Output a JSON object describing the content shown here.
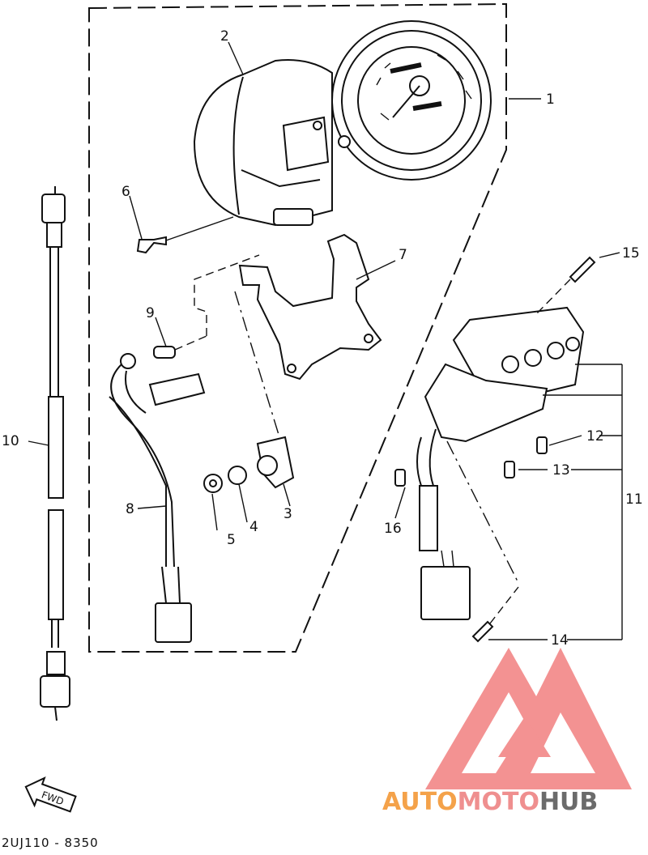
{
  "diagram": {
    "drawing_number": "2UJ110 - 8350",
    "fwd_label": "FWD",
    "callouts": {
      "c1": "1",
      "c2": "2",
      "c3": "3",
      "c4": "4",
      "c5": "5",
      "c6": "6",
      "c7": "7",
      "c8": "8",
      "c9": "9",
      "c10": "10",
      "c11": "11",
      "c12": "12",
      "c13": "13",
      "c14": "14",
      "c15": "15",
      "c16": "16"
    }
  },
  "watermark": {
    "part1": "AUTO",
    "part2": "MOTO",
    "part3": "HUB",
    "color_primary": "#f4a24a",
    "color_secondary": "#ef6e6e",
    "color_tertiary": "#6b6b6b"
  }
}
